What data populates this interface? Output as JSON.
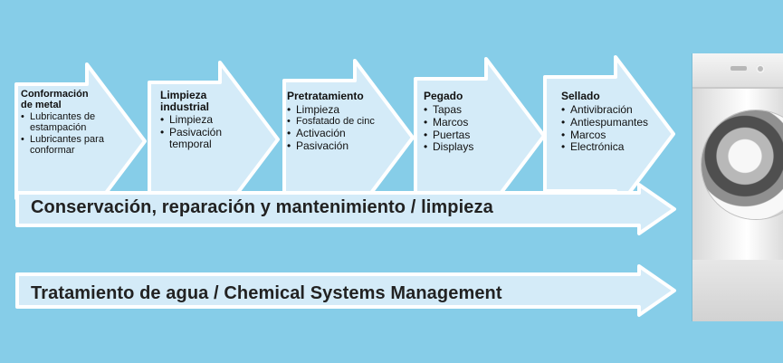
{
  "process_steps": [
    {
      "title_lines": [
        "Conformación",
        "de metal"
      ],
      "items": [
        "Lubricantes de estampación",
        "Lubricantes para conformar"
      ]
    },
    {
      "title_lines": [
        "Limpieza",
        "industrial"
      ],
      "items": [
        "Limpieza",
        "Pasivación temporal"
      ]
    },
    {
      "title_lines": [
        "Pretratamiento"
      ],
      "items": [
        "Limpieza",
        "Fosfatado de cinc",
        "Activación",
        "Pasivación"
      ]
    },
    {
      "title_lines": [
        "Pegado"
      ],
      "items": [
        "Tapas",
        "Marcos",
        "Puertas",
        "Displays"
      ]
    },
    {
      "title_lines": [
        "Sellado"
      ],
      "items": [
        "Antivibración",
        "Antiespumantes",
        "Marcos",
        "Electrónica"
      ]
    }
  ],
  "banners": [
    "Conservación, reparación y mantenimiento / limpieza",
    "Tratamiento de agua / Chemical Systems Management"
  ],
  "colors": {
    "background": "#86cde8",
    "arrow_fill": "#d4ebf8",
    "arrow_border": "#ffffff",
    "text": "#111111"
  }
}
